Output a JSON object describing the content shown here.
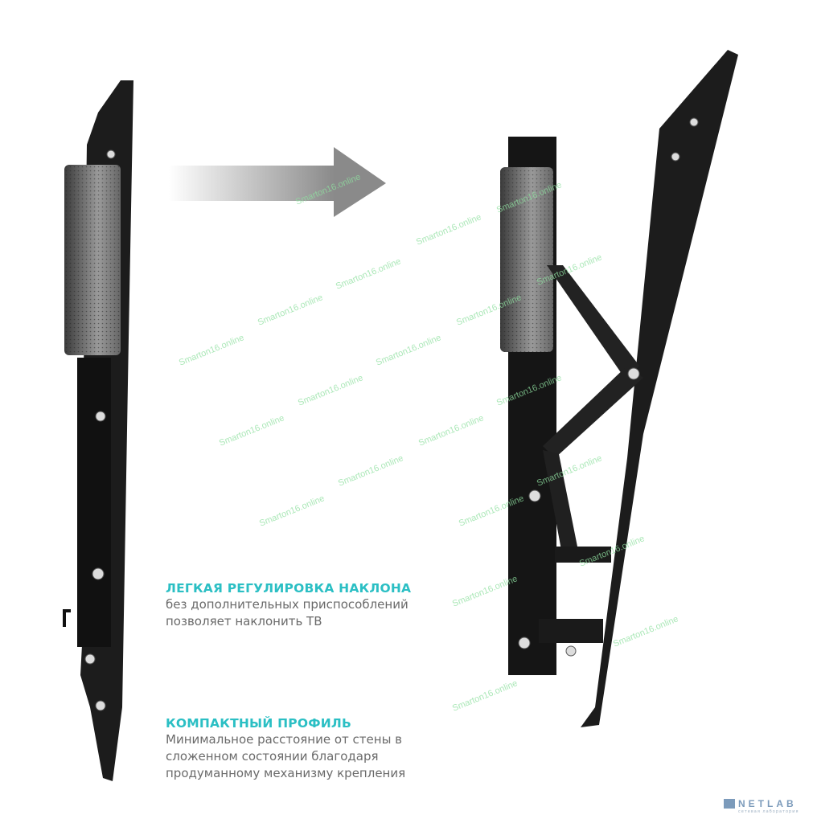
{
  "features": [
    {
      "title": "ЛЕГКАЯ РЕГУЛИРОВКА НАКЛОНА",
      "lines": [
        "без дополнительных приспособлений",
        "позволяет наклонить ТВ"
      ]
    },
    {
      "title": "КОМПАКТНЫЙ ПРОФИЛЬ",
      "lines": [
        "Минимальное расстояние от стены в",
        "сложенном состоянии благодаря",
        "продуманному механизму крепления"
      ]
    }
  ],
  "watermark": "Smarton16.online",
  "logo": {
    "name": "NETLAB",
    "tagline": "сетевая лаборатория"
  },
  "colors": {
    "accent": "#2bbfc4",
    "body_text": "#6a6a6a",
    "bracket": "#1c1c1c",
    "logo": "#7c9bbb"
  }
}
